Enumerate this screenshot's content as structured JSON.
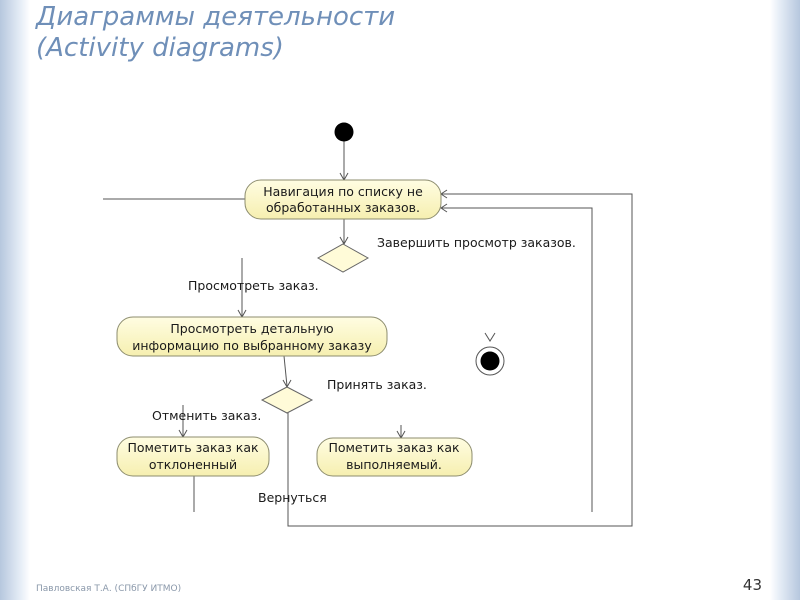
{
  "slide": {
    "title_line1": "Диаграммы деятельности",
    "title_line2": "(Activity diagrams)",
    "footer": "Павловская Т.А. (СПбГУ ИТМО)",
    "page_number": "43"
  },
  "diagram": {
    "nodes": {
      "navigate": {
        "line1": "Навигация по списку не",
        "line2": "обработанных заказов."
      },
      "view_details": {
        "line1": "Просмотреть детальную",
        "line2": "информацию по выбранному заказу"
      },
      "mark_rejected": {
        "line1": "Пометить заказ как",
        "line2": "отклоненный"
      },
      "mark_done": {
        "line1": "Пометить заказ как",
        "line2": "выполняемый."
      }
    },
    "labels": {
      "finish_view": "Завершить просмотр заказов.",
      "view_order": "Просмотреть заказ.",
      "accept_order": "Принять заказ.",
      "cancel_order": "Отменить заказ.",
      "go_back": "Вернуться"
    }
  },
  "colors": {
    "title": "#6f8fb8",
    "activity_fill": "#fdf9c8",
    "activity_stroke": "#8c8c6e",
    "line": "#555555"
  }
}
